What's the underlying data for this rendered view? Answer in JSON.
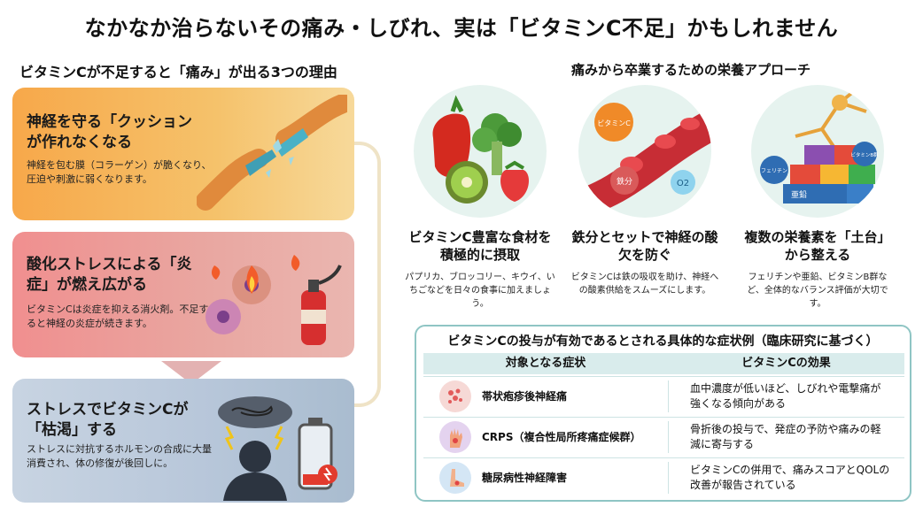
{
  "title": "なかなか治らないその痛み・しびれ、実は「ビタミンC不足」かもしれません",
  "left_section": {
    "heading": "ビタミンCが不足すると「痛み」が出る3つの理由",
    "cards": [
      {
        "title": "神経を守る「クッションが作れなくなる",
        "text": "神経を包む膜（コラーゲン）が脆くなり、圧迫や刺激に弱くなります。"
      },
      {
        "title": "酸化ストレスによる「炎症」が燃え広がる",
        "text": "ビタミンCは炎症を抑える消火剤。不足すると神経の炎症が続きます。"
      },
      {
        "title": "ストレスでビタミンCが「枯渇」する",
        "text": "ストレスに対抗するホルモンの合成に大量消費され、体の修復が後回しに。"
      }
    ]
  },
  "right_section": {
    "heading": "痛みから卒業するための栄養アプローチ",
    "approaches": [
      {
        "title": "ビタミンC豊富な食材を積極的に摂取",
        "text": "パプリカ、ブロッコリー、キウイ、いちごなどを日々の食事に加えましょう。",
        "art_labels": []
      },
      {
        "title": "鉄分とセットで神経の酸欠を防ぐ",
        "text": "ビタミンCは鉄の吸収を助け、神経への酸素供給をスムーズにします。",
        "art_labels": [
          "ビタミンC",
          "鉄分",
          "O2"
        ]
      },
      {
        "title": "複数の栄養素を「土台」から整える",
        "text": "フェリチンや亜鉛、ビタミンB群など、全体的なバランス評価が大切です。",
        "art_labels": [
          "フェリチン",
          "ビタミンB群",
          "亜鉛"
        ]
      }
    ]
  },
  "table": {
    "caption": "ビタミンCの投与が有効であるとされる具体的な症状例（臨床研究に基づく）",
    "headers": [
      "対象となる症状",
      "ビタミンCの効果"
    ],
    "rows": [
      {
        "symptom": "帯状疱疹後神経痛",
        "effect": "血中濃度が低いほど、しびれや電撃痛が強くなる傾向がある",
        "icon": "rash-icon"
      },
      {
        "symptom": "CRPS（複合性局所疼痛症候群）",
        "effect": "骨折後の投与で、発症の予防や痛みの軽減に寄与する",
        "icon": "hand-pain-icon"
      },
      {
        "symptom": "糖尿病性神経障害",
        "effect": "ビタミンCの併用で、痛みスコアとQOLの改善が報告されている",
        "icon": "foot-pain-icon"
      }
    ]
  },
  "colors": {
    "card1": "#f7a84a",
    "card2": "#f08f8f",
    "card3": "#c8d4e2",
    "table_border": "#8fc5c4",
    "table_head": "#d9ecec"
  }
}
